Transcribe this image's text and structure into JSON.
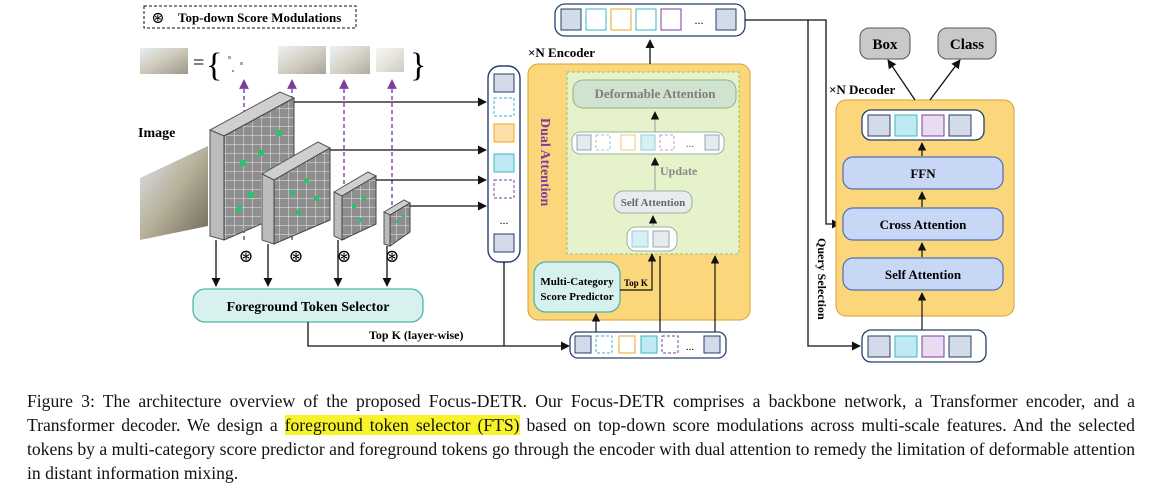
{
  "legend": {
    "symbol": "⊛",
    "label": "Top-down Score Modulations"
  },
  "labels": {
    "image": "Image",
    "equals": "=",
    "brace_open": "{",
    "brace_close": "}",
    "fts": "Foreground Token Selector",
    "topk_layer": "Top K (layer-wise)",
    "encoder": "×N Encoder",
    "dual_attention": "Dual Attention",
    "deformable": "Deformable Attention",
    "update": "Update",
    "self_attention_small": "Self Attention",
    "mcsp_line1": "Multi-Category",
    "mcsp_line2": "Score Predictor",
    "topk": "Top K",
    "decoder": "×N Decoder",
    "box": "Box",
    "class": "Class",
    "ffn": "FFN",
    "cross_attention": "Cross Attention",
    "self_attention": "Self Attention",
    "query_selection": "Query Selection",
    "ellipsis": "..."
  },
  "caption": {
    "before": "Figure 3: The architecture overview of the proposed Focus-DETR. Our Focus-DETR comprises a backbone network, a Transformer encoder, and a Transformer decoder. We design a ",
    "highlight": "foreground token selector (FTS)",
    "after": " based on top-down score modulations across multi-scale features. And the selected tokens by a multi-category score predictor and foreground tokens go through the encoder with dual attention to remedy the limitation of deformable attention in distant information mixing."
  },
  "colors": {
    "encoder_fill": "#fcd67a",
    "decoder_fill": "#fcd67a",
    "inner_green": "#e6f2c9",
    "block_blue": "#c9d7f7",
    "block_teal": "#d7f2ee",
    "token_gray": "#d3dae8",
    "token_cyan": "#bfe9f3",
    "token_purple": "#7a3f9c",
    "token_orange": "#f1a52b",
    "grid_green": "#2fbf71",
    "arrow_purple": "#7a3f9c"
  }
}
